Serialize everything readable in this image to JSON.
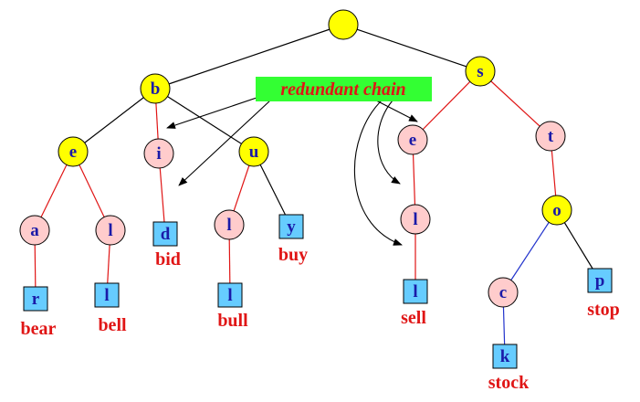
{
  "diagram": {
    "colors": {
      "yellow_fill": "#ffff00",
      "pink_fill": "#ffcccc",
      "leaf_fill": "#66ccff",
      "callout_fill": "#33ff33",
      "node_text": "#1a1aa8",
      "word_text": "#e01515",
      "edge_black": "#000000",
      "edge_red": "#e01515",
      "edge_blue": "#2233cc"
    },
    "callout": {
      "text": "redundant chain"
    },
    "nodes": [
      {
        "id": "root",
        "label": "",
        "kind": "yellow"
      },
      {
        "id": "b",
        "label": "b",
        "kind": "yellow"
      },
      {
        "id": "s",
        "label": "s",
        "kind": "yellow"
      },
      {
        "id": "be",
        "label": "e",
        "kind": "yellow"
      },
      {
        "id": "bi",
        "label": "i",
        "kind": "pink"
      },
      {
        "id": "bu",
        "label": "u",
        "kind": "yellow"
      },
      {
        "id": "se",
        "label": "e",
        "kind": "pink"
      },
      {
        "id": "st",
        "label": "t",
        "kind": "pink"
      },
      {
        "id": "bea",
        "label": "a",
        "kind": "pink"
      },
      {
        "id": "bel",
        "label": "l",
        "kind": "pink"
      },
      {
        "id": "bid",
        "label": "d",
        "kind": "leaf"
      },
      {
        "id": "bul",
        "label": "l",
        "kind": "pink"
      },
      {
        "id": "buy",
        "label": "y",
        "kind": "leaf"
      },
      {
        "id": "sel",
        "label": "l",
        "kind": "pink"
      },
      {
        "id": "sto",
        "label": "o",
        "kind": "yellow"
      },
      {
        "id": "bear",
        "label": "r",
        "kind": "leaf"
      },
      {
        "id": "bell",
        "label": "l",
        "kind": "leaf"
      },
      {
        "id": "bull",
        "label": "l",
        "kind": "leaf"
      },
      {
        "id": "sell",
        "label": "l",
        "kind": "leaf"
      },
      {
        "id": "stoc",
        "label": "c",
        "kind": "pink"
      },
      {
        "id": "stop",
        "label": "p",
        "kind": "leaf"
      },
      {
        "id": "stock",
        "label": "k",
        "kind": "leaf"
      }
    ],
    "edges": [
      {
        "from": "root",
        "to": "b",
        "color": "black"
      },
      {
        "from": "root",
        "to": "s",
        "color": "black"
      },
      {
        "from": "b",
        "to": "be",
        "color": "black"
      },
      {
        "from": "b",
        "to": "bi",
        "color": "red"
      },
      {
        "from": "b",
        "to": "bu",
        "color": "black"
      },
      {
        "from": "s",
        "to": "se",
        "color": "red"
      },
      {
        "from": "s",
        "to": "st",
        "color": "red"
      },
      {
        "from": "be",
        "to": "bea",
        "color": "red"
      },
      {
        "from": "be",
        "to": "bel",
        "color": "red"
      },
      {
        "from": "bi",
        "to": "bid",
        "color": "red"
      },
      {
        "from": "bu",
        "to": "bul",
        "color": "red"
      },
      {
        "from": "bu",
        "to": "buy",
        "color": "black"
      },
      {
        "from": "se",
        "to": "sel",
        "color": "red"
      },
      {
        "from": "st",
        "to": "sto",
        "color": "red"
      },
      {
        "from": "bea",
        "to": "bear",
        "color": "red"
      },
      {
        "from": "bel",
        "to": "bell",
        "color": "red"
      },
      {
        "from": "bul",
        "to": "bull",
        "color": "red"
      },
      {
        "from": "sel",
        "to": "sell",
        "color": "red"
      },
      {
        "from": "sto",
        "to": "stoc",
        "color": "blue"
      },
      {
        "from": "sto",
        "to": "stop",
        "color": "black"
      },
      {
        "from": "stoc",
        "to": "stock",
        "color": "blue"
      }
    ],
    "words": [
      {
        "id": "w-bear",
        "text": "bear"
      },
      {
        "id": "w-bell",
        "text": "bell"
      },
      {
        "id": "w-bid",
        "text": "bid"
      },
      {
        "id": "w-bull",
        "text": "bull"
      },
      {
        "id": "w-buy",
        "text": "buy"
      },
      {
        "id": "w-sell",
        "text": "sell"
      },
      {
        "id": "w-stop",
        "text": "stop"
      },
      {
        "id": "w-stock",
        "text": "stock"
      }
    ]
  }
}
